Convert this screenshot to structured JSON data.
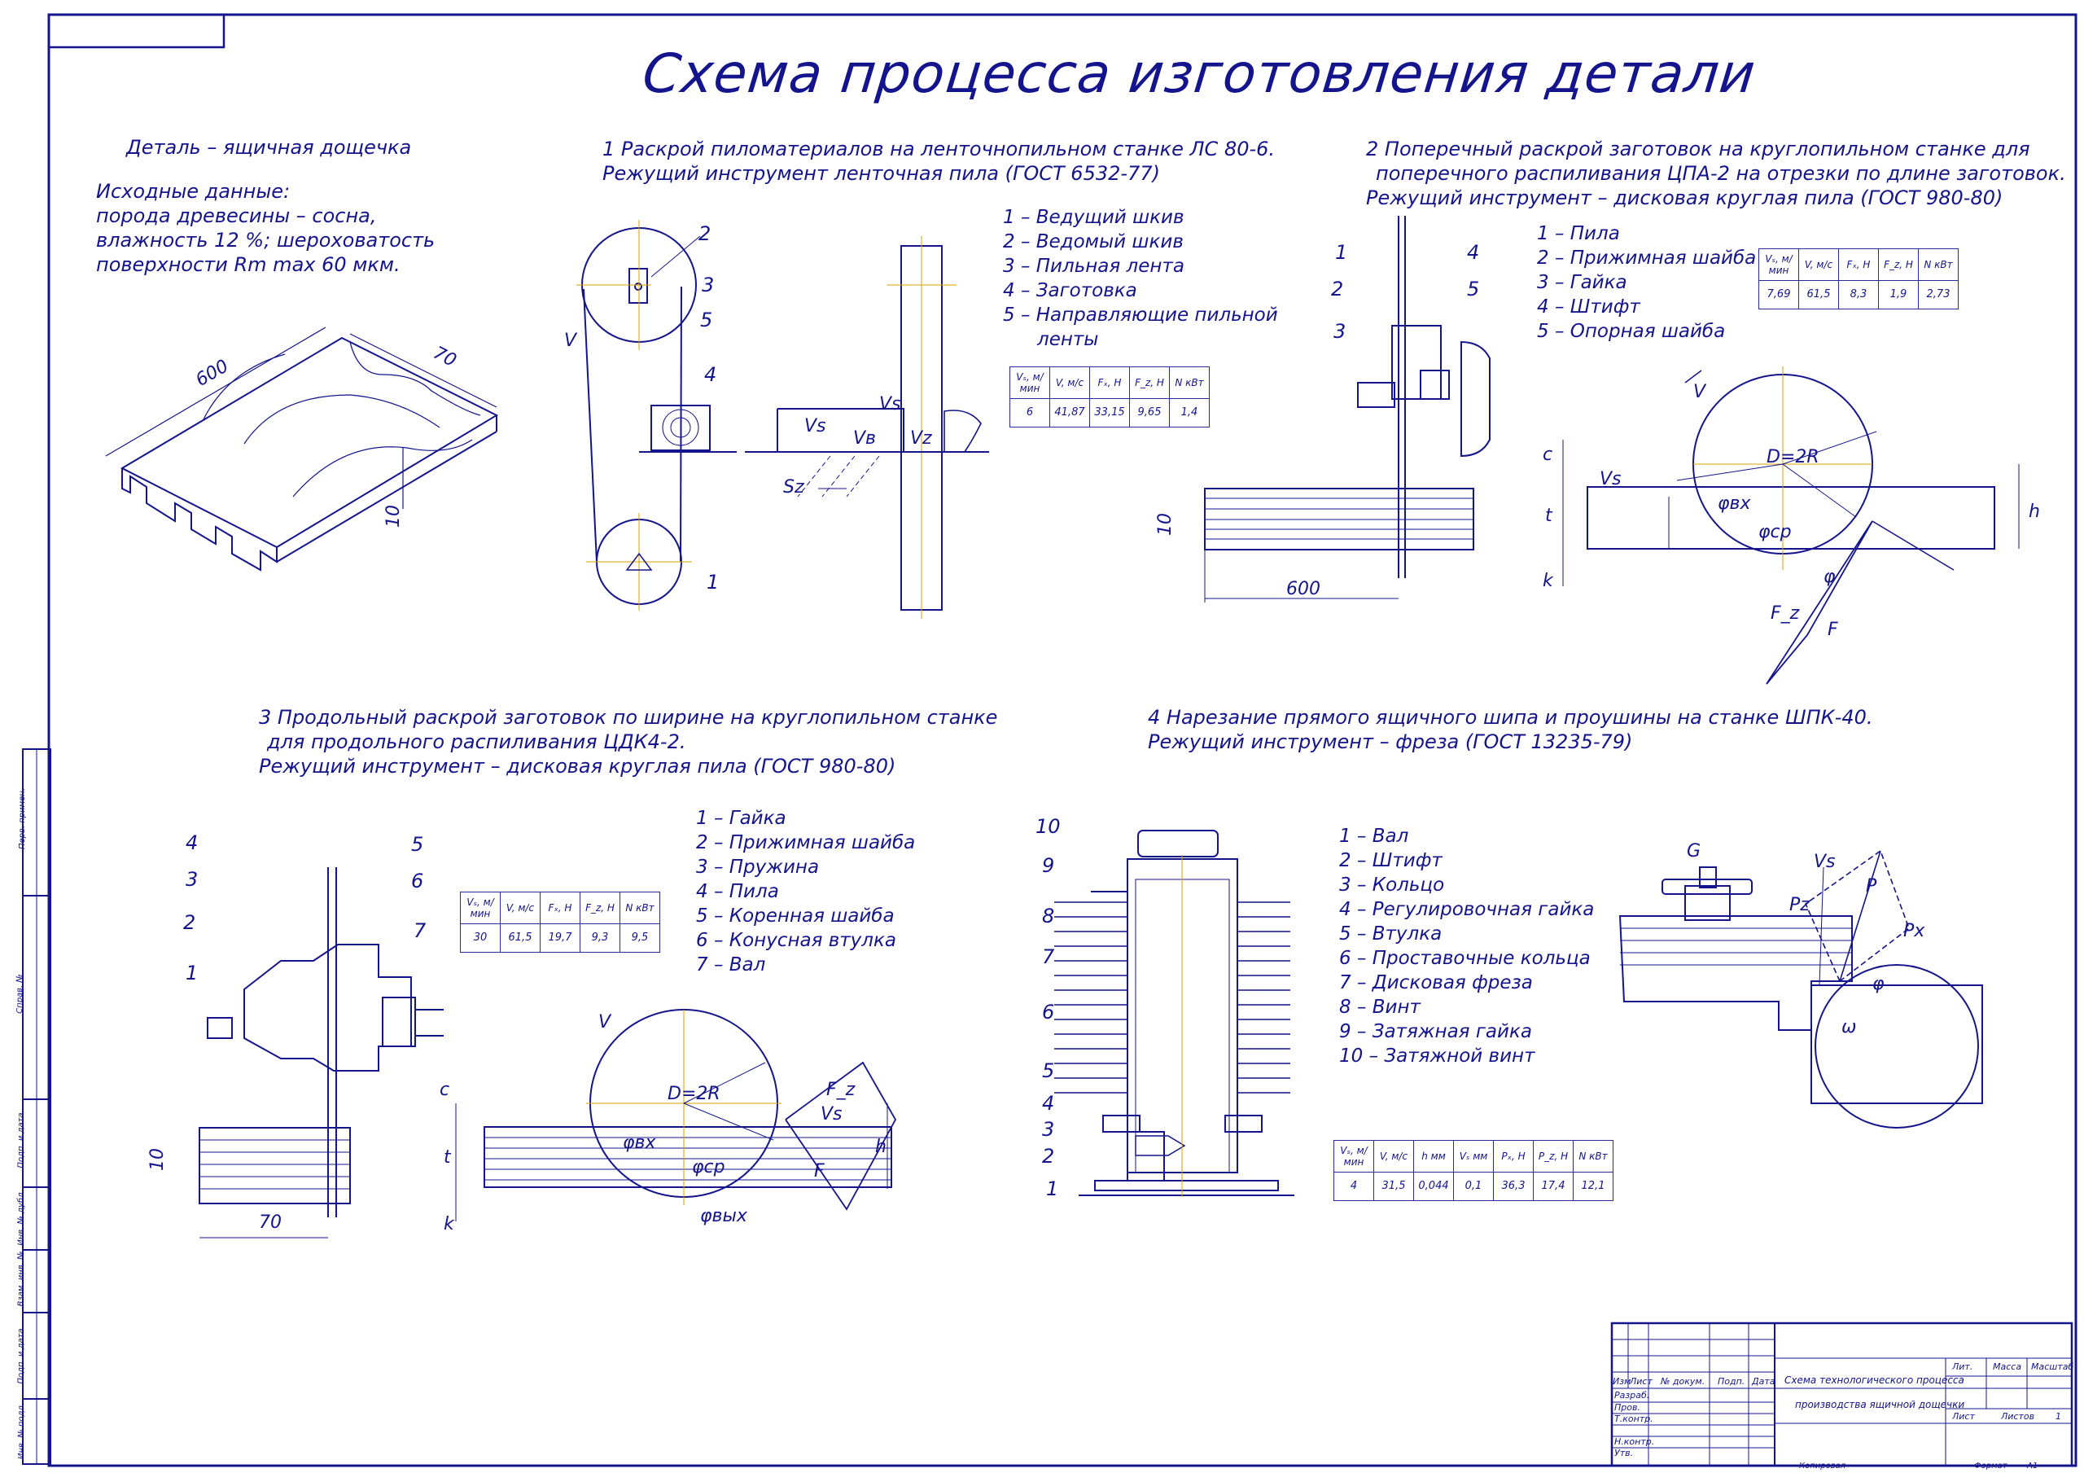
{
  "title": "Схема процесса изготовления детали",
  "part": {
    "name": "Деталь – ящичная дощечка",
    "input_heading": "Исходные данные:",
    "input_lines": [
      "порода древесины – сосна,",
      "влажность 12 %; шероховатость",
      "поверхности Rm max 60 мкм."
    ],
    "dims": {
      "length": "600",
      "width": "70",
      "thickness": "10"
    }
  },
  "op1": {
    "title_lines": [
      "1 Раскрой пиломатериалов на ленточнопильном станке ЛС 80-6.",
      "Режущий инструмент ленточная пила (ГОСТ 6532-77)"
    ],
    "legend": [
      "1 – Ведущий шкив",
      "2 – Ведомый шкив",
      "3 – Пильная лента",
      "4 – Заготовка",
      "5 – Направляющие пильной",
      "ленты"
    ],
    "table": {
      "headers": [
        "Vₛ, м/мин",
        "V, м/с",
        "Fₓ, Н",
        "F_z, Н",
        "N кВт"
      ],
      "values": [
        "6",
        "41,87",
        "33,15",
        "9,65",
        "1,4"
      ]
    },
    "labels": {
      "n1": "1",
      "n2": "2",
      "n3": "3",
      "n4": "4",
      "n5": "5",
      "v": "V",
      "vs": "Vs",
      "vs2": "Vs",
      "vb": "Vв",
      "vz": "Vz",
      "sz": "Sz"
    }
  },
  "op2": {
    "title_lines": [
      "2 Поперечный раскрой заготовок на круглопильном станке для",
      "поперечного распиливания ЦПА-2 на отрезки по длине заготовок.",
      "Режущий инструмент – дисковая круглая пила (ГОСТ 980-80)"
    ],
    "legend": [
      "1 – Пила",
      "2 – Прижимная шайба",
      "3 – Гайка",
      "4 – Штифт",
      "5 – Опорная шайба"
    ],
    "table": {
      "headers": [
        "Vₛ, м/мин",
        "V, м/с",
        "Fₓ, Н",
        "F_z, Н",
        "N кВт"
      ],
      "values": [
        "7,69",
        "61,5",
        "8,3",
        "1,9",
        "2,73"
      ]
    },
    "labels": {
      "n1": "1",
      "n2": "2",
      "n3": "3",
      "n4": "4",
      "n5": "5",
      "h10": "10",
      "l600": "600",
      "v": "V",
      "vs": "Vs",
      "d": "D=2R",
      "phi": "φ",
      "phiv": "φвх",
      "phicp": "φср",
      "c": "c",
      "t": "t",
      "k": "k",
      "h": "h",
      "f": "F",
      "fz": "F_z"
    }
  },
  "op3": {
    "title_lines": [
      "3 Продольный раскрой заготовок по ширине на круглопильном станке",
      "для продольного распиливания ЦДК4-2.",
      "Режущий инструмент – дисковая круглая пила (ГОСТ 980-80)"
    ],
    "legend": [
      "1 – Гайка",
      "2 – Прижимная шайба",
      "3 – Пружина",
      "4 – Пила",
      "5 – Коренная шайба",
      "6 – Конусная втулка",
      "7 – Вал"
    ],
    "table": {
      "headers": [
        "Vₛ, м/мин",
        "V, м/с",
        "Fₓ, Н",
        "F_z, Н",
        "N кВт"
      ],
      "values": [
        "30",
        "61,5",
        "19,7",
        "9,3",
        "9,5"
      ]
    },
    "labels": {
      "n1": "1",
      "n2": "2",
      "n3": "3",
      "n4": "4",
      "n5": "5",
      "n6": "6",
      "n7": "7",
      "h10": "10",
      "w70": "70",
      "v": "V",
      "vs": "Vs",
      "d": "D=2R",
      "phiv": "φвх",
      "phicp": "φср",
      "phivyx": "φвых",
      "c": "c",
      "t": "t",
      "k": "k",
      "h": "h",
      "f": "F",
      "fz": "F_z"
    }
  },
  "op4": {
    "title_lines": [
      "4 Нарезание прямого ящичного шипа и проушины на станке ШПК-40.",
      "Режущий инструмент – фреза (ГОСТ 13235-79)"
    ],
    "legend": [
      "1 – Вал",
      "2 – Штифт",
      "3 – Кольцо",
      "4 – Регулировочная гайка",
      "5 – Втулка",
      "6 – Проставочные кольца",
      "7 – Дисковая фреза",
      "8 – Винт",
      "9 – Затяжная гайка",
      "10 – Затяжной винт"
    ],
    "table": {
      "headers": [
        "Vₛ, м/мин",
        "V, м/с",
        "h мм",
        "Vₛ мм",
        "Pₓ, Н",
        "P_z, Н",
        "N кВт"
      ],
      "values": [
        "4",
        "31,5",
        "0,044",
        "0,1",
        "36,3",
        "17,4",
        "12,1"
      ]
    },
    "labels": {
      "n1": "1",
      "n2": "2",
      "n3": "3",
      "n4": "4",
      "n5": "5",
      "n6": "6",
      "n7": "7",
      "n8": "8",
      "n9": "9",
      "n10": "10",
      "g": "G",
      "vs": "Vs",
      "p": "P",
      "pz": "Pz",
      "px": "Pх",
      "phi": "φ",
      "omega": "ω"
    }
  },
  "titleblock": {
    "doc_name_lines": [
      "Схема технологического процесса",
      "производства ящичной дощечки"
    ],
    "col_headers": [
      "Изм",
      "Лист",
      "№ докум.",
      "Подп.",
      "Дата"
    ],
    "roles": [
      "Разраб.",
      "Пров.",
      "Т.контр.",
      "",
      "Н.контр.",
      "Утв."
    ],
    "lit": "Лит.",
    "mass": "Масса",
    "scale": "Масштаб",
    "sheet": "Лист",
    "sheets": "Листов",
    "sheets_count": "1",
    "copied": "Копировал",
    "format": "Формат",
    "format_value": "A1"
  },
  "side_stamps": [
    "Перв. примен.",
    "Справ. №",
    "Подп. и дата",
    "Инв. № дубл.",
    "Взам. инв. №",
    "Подп. и дата",
    "Инв. № подл."
  ]
}
